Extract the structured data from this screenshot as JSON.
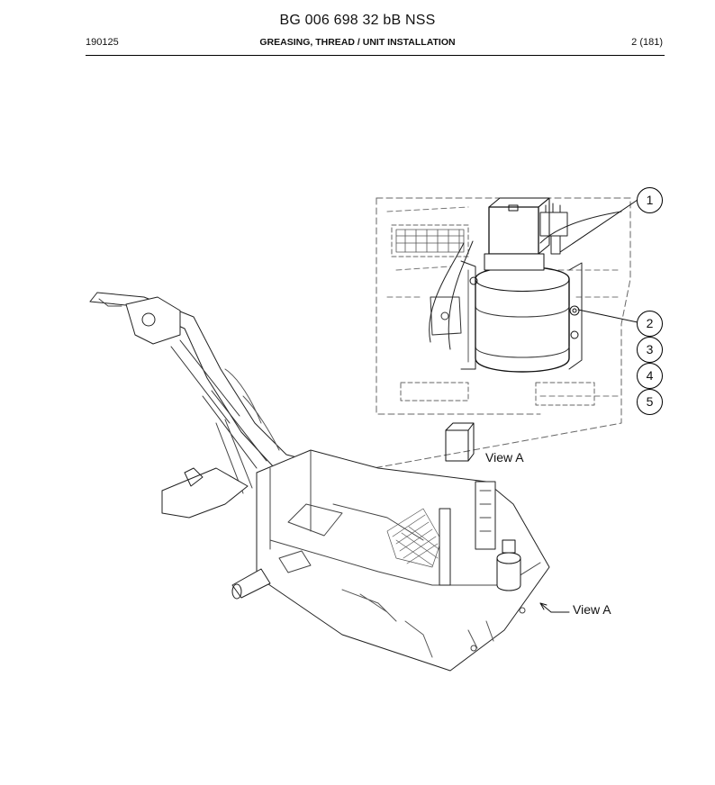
{
  "header": {
    "title": "BG 006 698 32 bB NSS",
    "date": "190125",
    "section": "GREASING, THREAD / UNIT INSTALLATION",
    "page": "2 (181)"
  },
  "labels": {
    "view_a_detail": "View A",
    "view_a_machine": "View A"
  },
  "callouts": [
    "1",
    "2",
    "3",
    "4",
    "5"
  ]
}
